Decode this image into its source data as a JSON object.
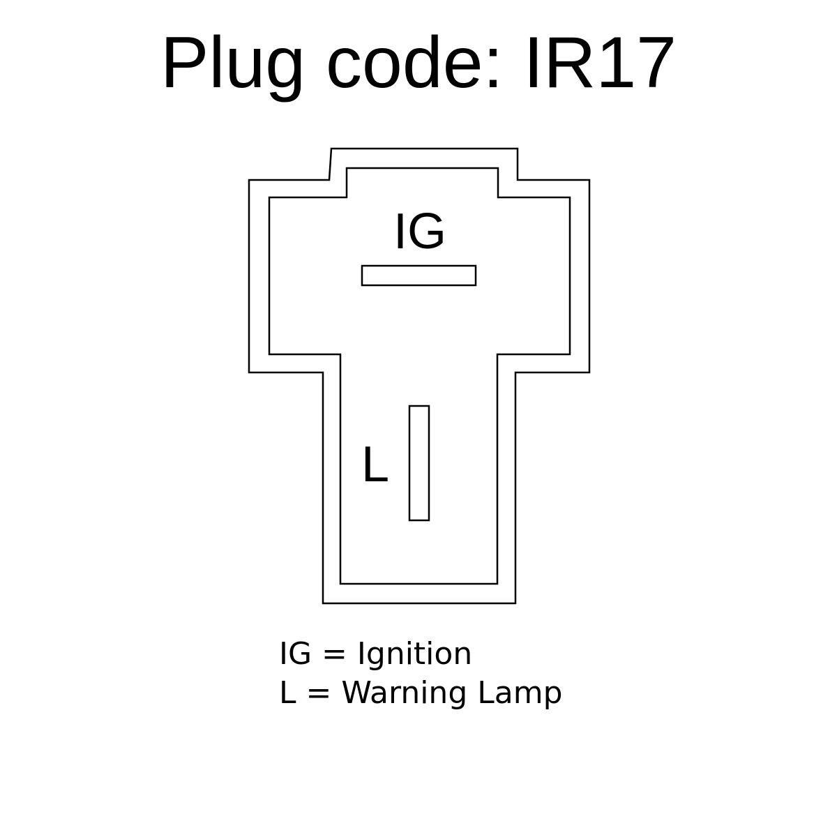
{
  "title": "Plug code: IR17",
  "pins": [
    {
      "id": "IG",
      "label": "IG"
    },
    {
      "id": "L",
      "label": "L"
    }
  ],
  "legend": [
    "IG = Ignition",
    "L = Warning Lamp"
  ]
}
